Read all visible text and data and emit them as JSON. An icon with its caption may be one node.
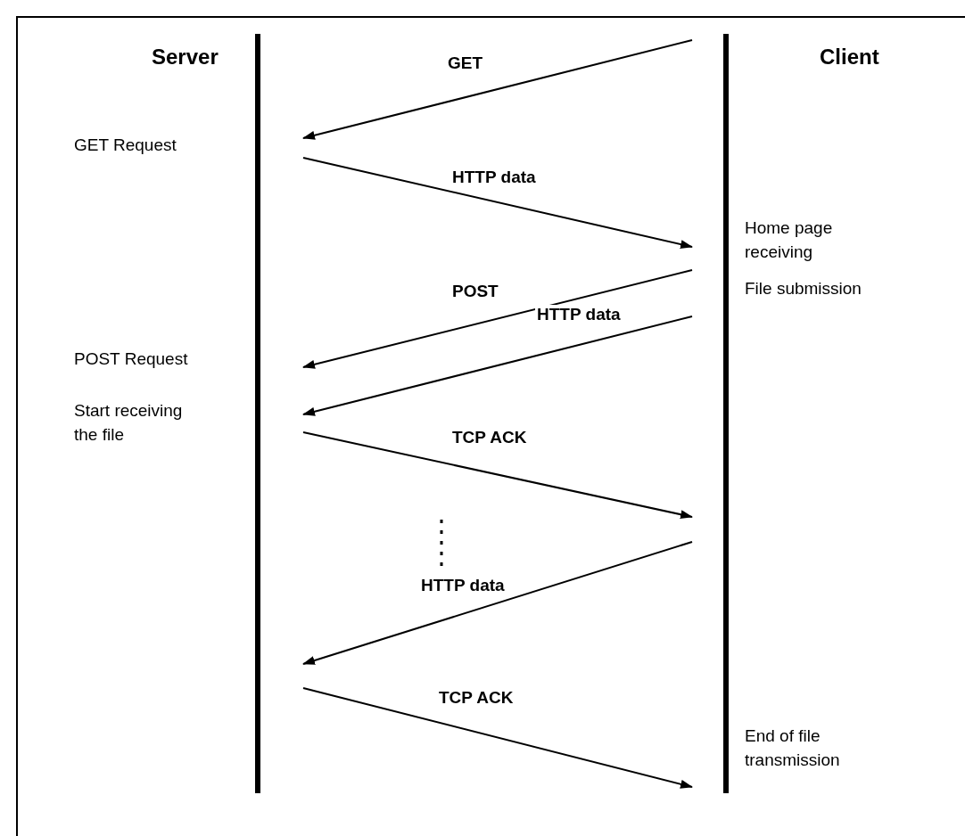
{
  "diagram": {
    "nodes": [
      {
        "text": [
          "Server"
        ]
      },
      {
        "text": [
          "Client"
        ]
      }
    ],
    "edges": [
      {
        "from": 1,
        "to": 0,
        "arrow": "to",
        "label": "GET"
      },
      {
        "from": 0,
        "to": 1,
        "arrow": "to",
        "label": "HTTP data"
      },
      {
        "from": 1,
        "to": 0,
        "arrow": "to",
        "label": "POST"
      },
      {
        "from": 1,
        "to": 0,
        "arrow": "to",
        "label": "HTTP data"
      },
      {
        "from": 0,
        "to": 1,
        "arrow": "to",
        "label": "TCP ACK"
      },
      {
        "from": 1,
        "to": 0,
        "arrow": "to",
        "label": "HTTP data"
      },
      {
        "from": 0,
        "to": 1,
        "arrow": "to",
        "label": "TCP ACK"
      }
    ],
    "labels": [
      "GET Request",
      "Home page receiving",
      "File submission",
      "POST Request",
      "Start receiving the file",
      "End of file transmission"
    ]
  }
}
